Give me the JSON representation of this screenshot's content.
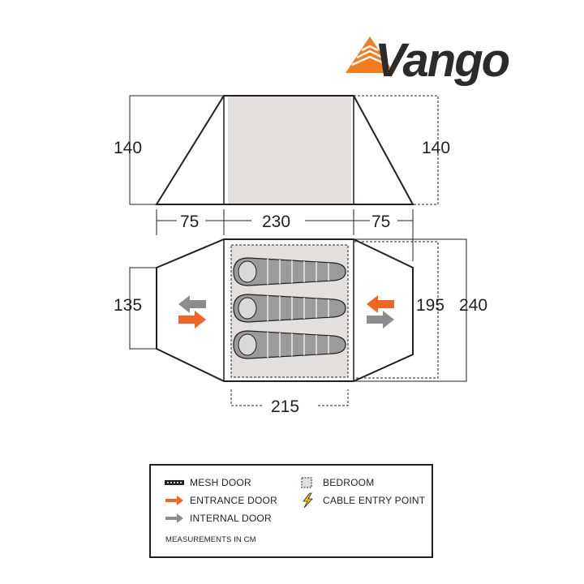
{
  "brand": {
    "name": "Vango",
    "accent_color": "#f47b20"
  },
  "top_view": {
    "left_height": "140",
    "right_height": "140"
  },
  "widths": {
    "left_porch": "75",
    "center": "230",
    "right_porch": "75"
  },
  "floor_plan": {
    "left_depth": "135",
    "inner_depth": "195",
    "outer_depth": "240",
    "bedroom_width": "215",
    "sleeping_bags": 3
  },
  "legend": {
    "mesh_door": "MESH DOOR",
    "entrance_door": "ENTRANCE DOOR",
    "internal_door": "INTERNAL DOOR",
    "bedroom": "BEDROOM",
    "cable_entry": "CABLE ENTRY POINT",
    "note": "MEASUREMENTS IN CM"
  },
  "colors": {
    "outline": "#231f20",
    "bedroom_fill": "#e3dfdd",
    "entrance_arrow": "#f26522",
    "internal_arrow": "#8c8c8c",
    "sleeping_bag": "#9b9b9b",
    "cable_icon": "#f2c200"
  }
}
